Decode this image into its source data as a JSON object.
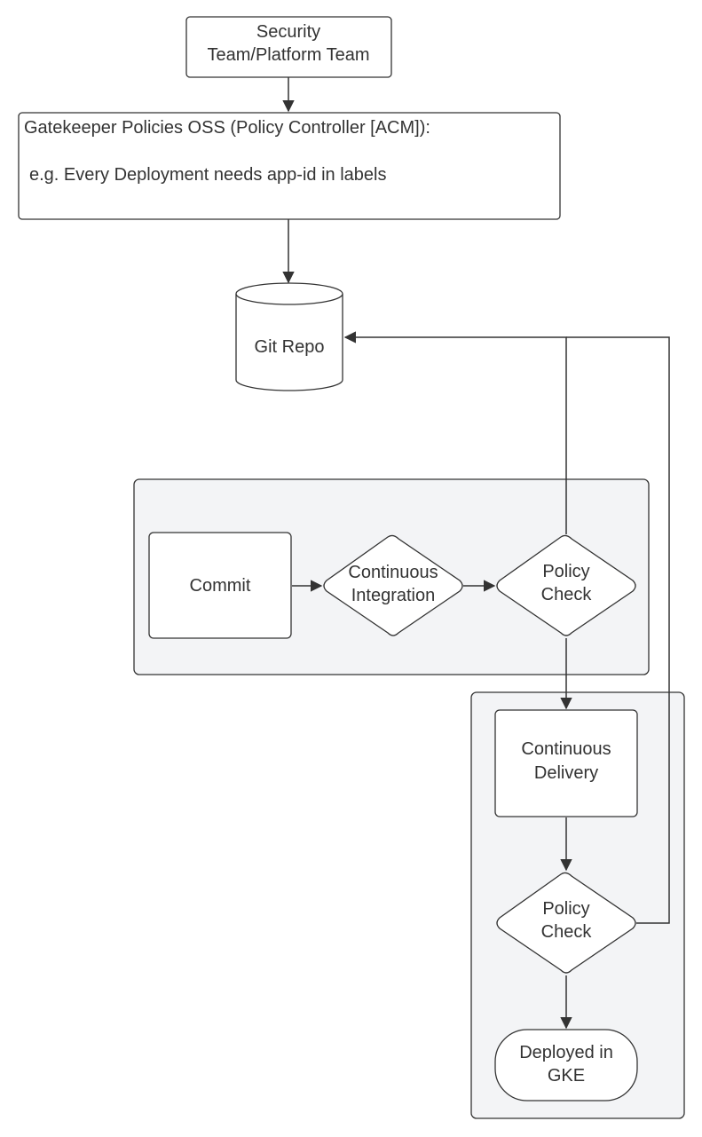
{
  "nodes": {
    "security_team": {
      "line1": "Security",
      "line2": "Team/Platform Team"
    },
    "gatekeeper": {
      "title": "Gatekeeper Policies OSS (Policy Controller [ACM]):",
      "example": "e.g. Every Deployment needs app-id in labels"
    },
    "git_repo": {
      "label": "Git Repo"
    },
    "commit": {
      "label": "Commit"
    },
    "continuous_integration": {
      "line1": "Continuous",
      "line2": "Integration"
    },
    "policy_check_ci": {
      "line1": "Policy",
      "line2": "Check"
    },
    "continuous_delivery": {
      "line1": "Continuous",
      "line2": "Delivery"
    },
    "policy_check_cd": {
      "line1": "Policy",
      "line2": "Check"
    },
    "deployed_gke": {
      "line1": "Deployed in",
      "line2": "GKE"
    }
  },
  "colors": {
    "stroke": "#333333",
    "group_fill": "#f3f4f6",
    "node_fill": "#ffffff"
  }
}
